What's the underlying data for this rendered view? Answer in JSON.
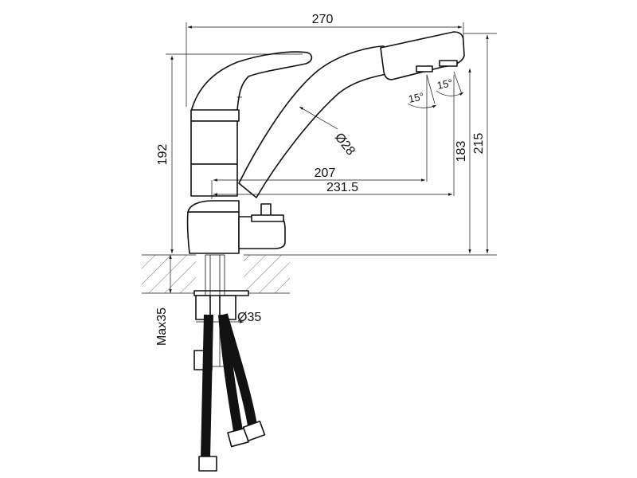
{
  "dimensions": {
    "width_total": "270",
    "height_total": "215",
    "height_body": "192",
    "height_spout": "183",
    "reach_inner": "207",
    "reach_outer": "231.5",
    "spout_diameter": "Ø28",
    "hole_diameter": "Ø35",
    "max_thickness": "Max35",
    "angle_left": "15°",
    "angle_right": "15°"
  }
}
